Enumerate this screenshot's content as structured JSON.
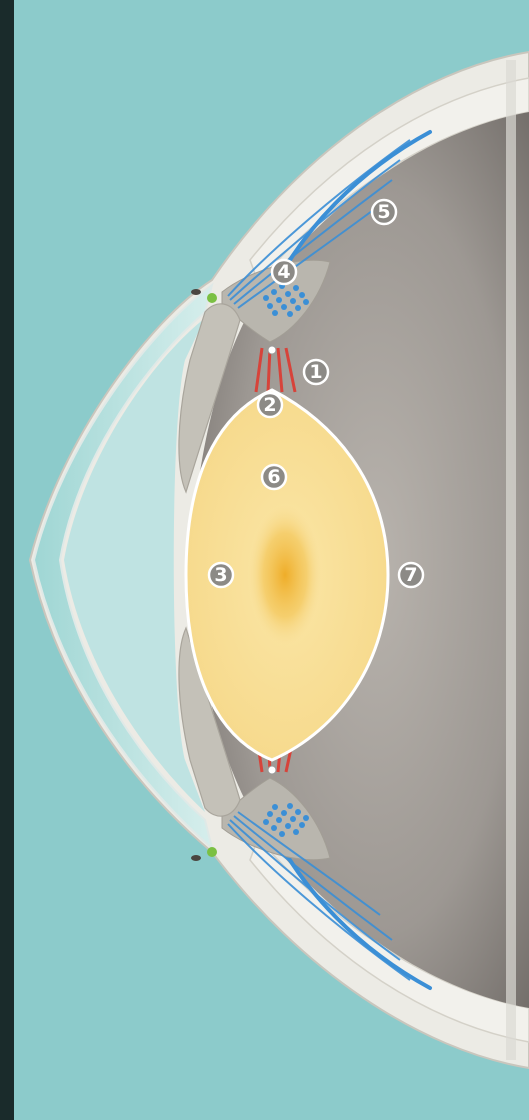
{
  "diagram": {
    "colors": {
      "background": "#8ccbcb",
      "sclera": "#ecebe5",
      "sclera_edge": "#c9c6bd",
      "anterior_chamber": "#bfe3e2",
      "vitreous": "#8f8a86",
      "lens": "#f8df92",
      "lens_nucleus": "#f0b433",
      "ciliary_muscle": "#3b8fd6",
      "zonules": "#d7433a",
      "iris": "#b9b6ae",
      "marker_fill": "#8c8a86"
    },
    "markers": [
      {
        "id": 1,
        "label": "①"
      },
      {
        "id": 2,
        "label": "②"
      },
      {
        "id": 3,
        "label": "③"
      },
      {
        "id": 4,
        "label": "④"
      },
      {
        "id": 5,
        "label": "⑤"
      },
      {
        "id": 6,
        "label": "⑥"
      },
      {
        "id": 7,
        "label": "⑦"
      }
    ]
  }
}
